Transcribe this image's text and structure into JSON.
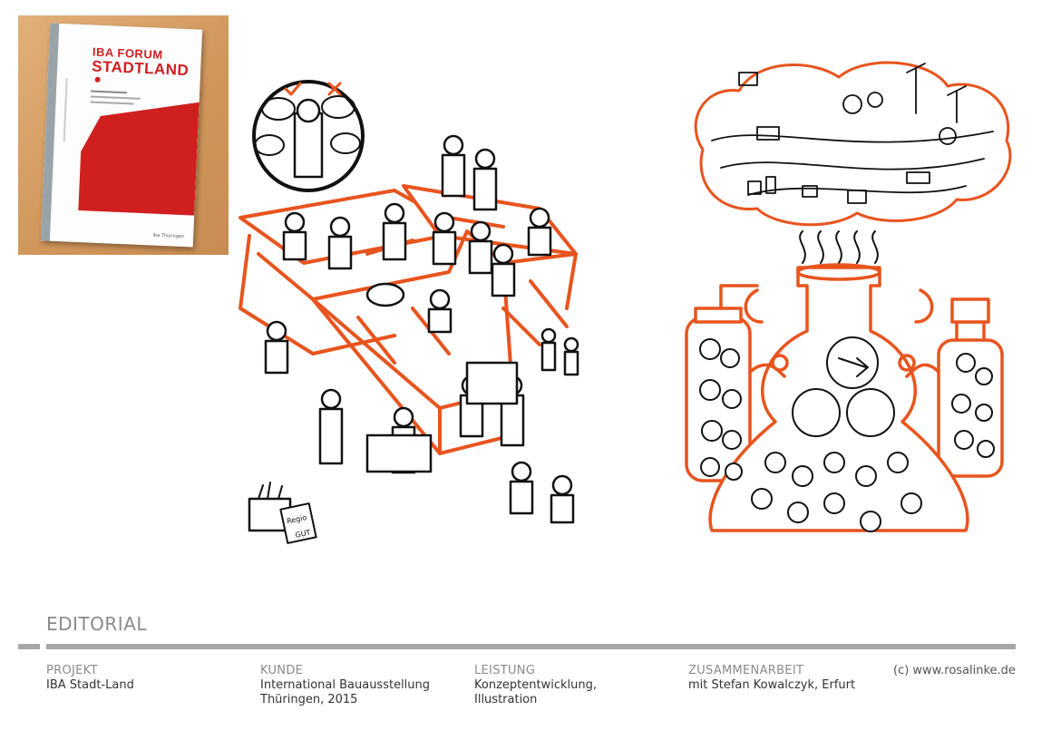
{
  "cover": {
    "title_line1": "IBA FORUM",
    "title_line2": "STADTLAND",
    "brand": "iba Thüringen"
  },
  "section": {
    "title": "EDITORIAL"
  },
  "info": [
    {
      "label": "PROJEKT",
      "lines": [
        "IBA Stadt-Land"
      ]
    },
    {
      "label": "KUNDE",
      "lines": [
        "International Bauausstellung",
        "Thüringen, 2015"
      ]
    },
    {
      "label": "LEISTUNG",
      "lines": [
        "Konzeptentwicklung,",
        "Illustration"
      ]
    },
    {
      "label": "ZUSAMMENARBEIT",
      "lines": [
        "mit Stefan Kowalczyk, Erfurt"
      ]
    }
  ],
  "copyright": "(c) www.rosalinke.de",
  "illustration_labels": {
    "crate_sign_1": "Regio",
    "crate_sign_2": "GUT"
  },
  "colors": {
    "accent_orange": "#e8541e",
    "cover_red": "#d01f1f",
    "rule_gray": "#a7a7a7",
    "label_gray": "#8a8a8a"
  }
}
